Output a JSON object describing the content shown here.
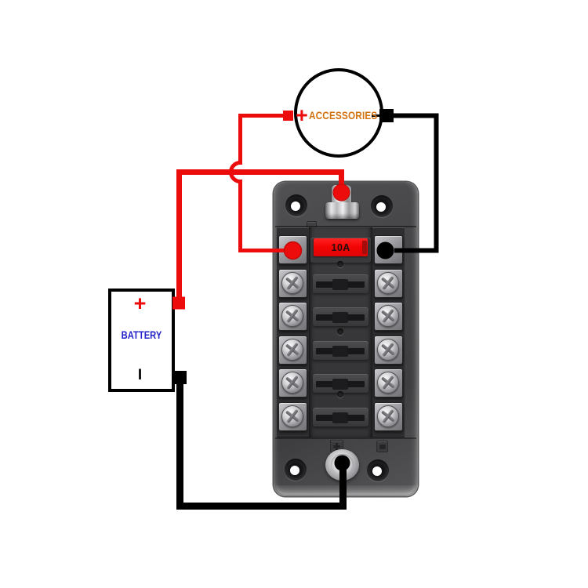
{
  "accessories": {
    "plus_symbol": "+",
    "label": "ACCESSORIES"
  },
  "battery": {
    "plus_symbol": "+",
    "label": "BATTERY",
    "negative_symbol": "I"
  },
  "fuse_block": {
    "installed_fuse_label": "10A",
    "fuse_positions": 6,
    "occupied_positions": 1,
    "empty_positions": 5
  },
  "colors": {
    "positive_wire": "#ed0c0c",
    "negative_wire": "#000000",
    "fuse_body": "#f40505",
    "accessories_label": "#d2730f",
    "battery_label": "#2323c8",
    "block_body": "#434345",
    "background": "#ffffff"
  }
}
